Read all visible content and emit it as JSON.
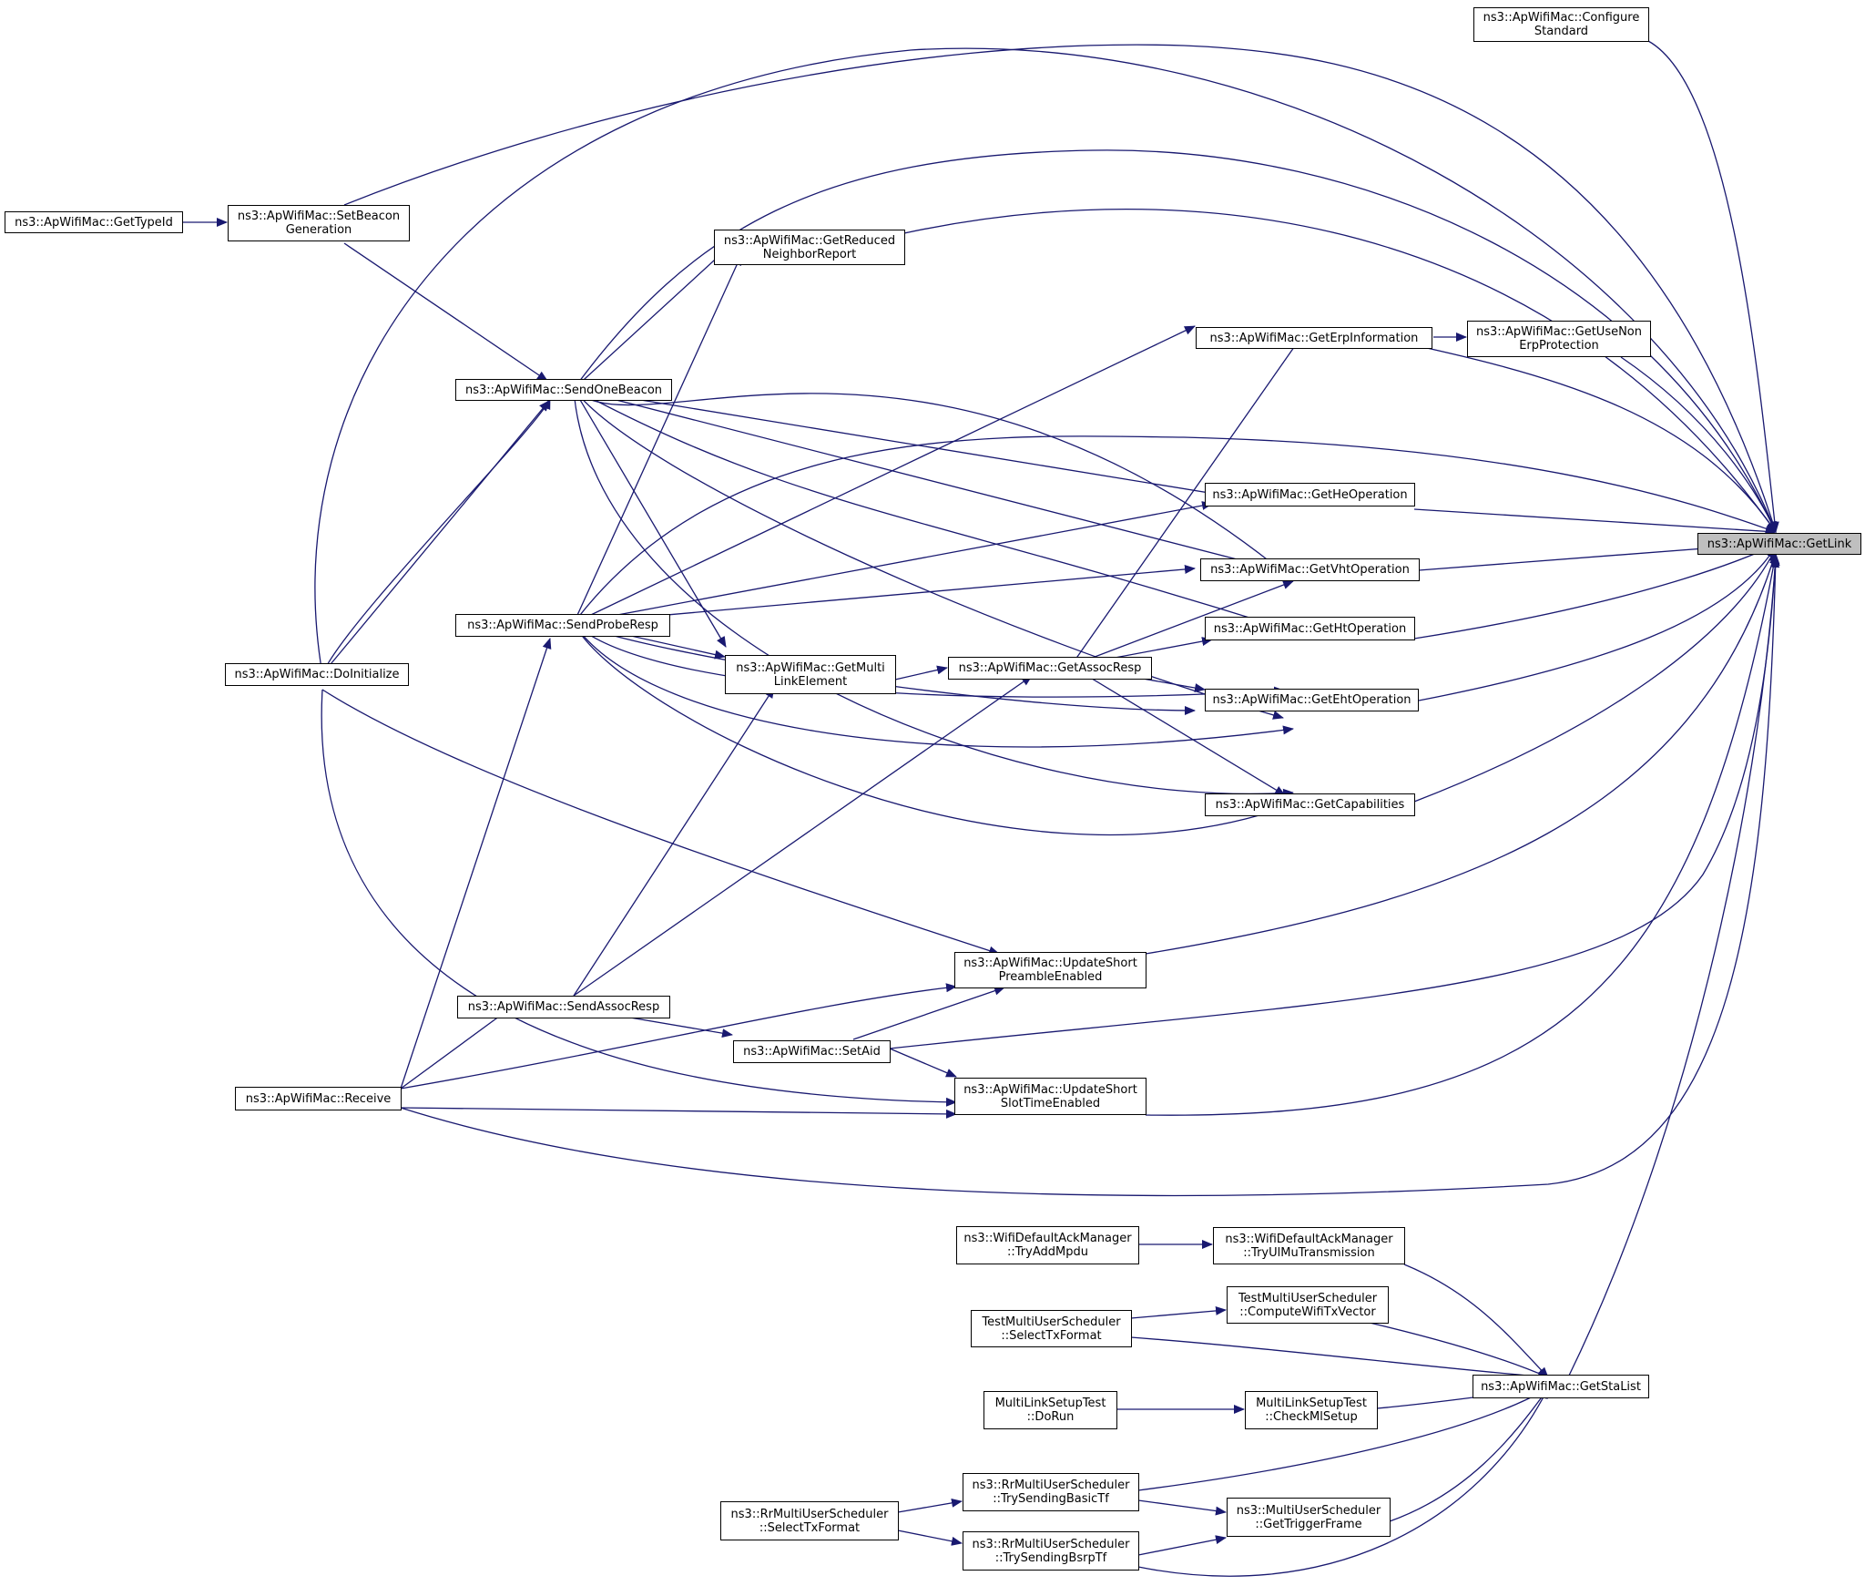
{
  "colors": {
    "edge": "#191970",
    "focus_fill": "#bfbfbf",
    "node_border": "#000000"
  },
  "nodes": {
    "getlink": {
      "l1": "ns3::ApWifiMac::GetLink"
    },
    "configure": {
      "l1": "ns3::ApWifiMac::Configure",
      "l2": "Standard"
    },
    "gettypeid": {
      "l1": "ns3::ApWifiMac::GetTypeId"
    },
    "setbeacon": {
      "l1": "ns3::ApWifiMac::SetBeacon",
      "l2": "Generation"
    },
    "getreduced": {
      "l1": "ns3::ApWifiMac::GetReduced",
      "l2": "NeighborReport"
    },
    "geterp": {
      "l1": "ns3::ApWifiMac::GetErpInformation"
    },
    "getusenon": {
      "l1": "ns3::ApWifiMac::GetUseNon",
      "l2": "ErpProtection"
    },
    "sendonebeacon": {
      "l1": "ns3::ApWifiMac::SendOneBeacon"
    },
    "gethe": {
      "l1": "ns3::ApWifiMac::GetHeOperation"
    },
    "getvht": {
      "l1": "ns3::ApWifiMac::GetVhtOperation"
    },
    "sendproberesp": {
      "l1": "ns3::ApWifiMac::SendProbeResp"
    },
    "getht": {
      "l1": "ns3::ApWifiMac::GetHtOperation"
    },
    "getmulti": {
      "l1": "ns3::ApWifiMac::GetMulti",
      "l2": "LinkElement"
    },
    "getassocresp": {
      "l1": "ns3::ApWifiMac::GetAssocResp"
    },
    "doinitialize": {
      "l1": "ns3::ApWifiMac::DoInitialize"
    },
    "geteht": {
      "l1": "ns3::ApWifiMac::GetEhtOperation"
    },
    "getcap": {
      "l1": "ns3::ApWifiMac::GetCapabilities"
    },
    "updatepreamble": {
      "l1": "ns3::ApWifiMac::UpdateShort",
      "l2": "PreambleEnabled"
    },
    "sendassocresp": {
      "l1": "ns3::ApWifiMac::SendAssocResp"
    },
    "setaid": {
      "l1": "ns3::ApWifiMac::SetAid"
    },
    "receive": {
      "l1": "ns3::ApWifiMac::Receive"
    },
    "updateslot": {
      "l1": "ns3::ApWifiMac::UpdateShort",
      "l2": "SlotTimeEnabled"
    },
    "tryaddmpdu": {
      "l1": "ns3::WifiDefaultAckManager",
      "l2": "::TryAddMpdu"
    },
    "tryulmu": {
      "l1": "ns3::WifiDefaultAckManager",
      "l2": "::TryUlMuTransmission"
    },
    "computetxvector": {
      "l1": "TestMultiUserScheduler",
      "l2": "::ComputeWifiTxVector"
    },
    "selecttxtest": {
      "l1": "TestMultiUserScheduler",
      "l2": "::SelectTxFormat"
    },
    "getstalist": {
      "l1": "ns3::ApWifiMac::GetStaList"
    },
    "dorun": {
      "l1": "MultiLinkSetupTest",
      "l2": "::DoRun"
    },
    "checkml": {
      "l1": "MultiLinkSetupTest",
      "l2": "::CheckMlSetup"
    },
    "trybasic": {
      "l1": "ns3::RrMultiUserScheduler",
      "l2": "::TrySendingBasicTf"
    },
    "gettrigger": {
      "l1": "ns3::MultiUserScheduler",
      "l2": "::GetTriggerFrame"
    },
    "selecttxrr": {
      "l1": "ns3::RrMultiUserScheduler",
      "l2": "::SelectTxFormat"
    },
    "trybsrp": {
      "l1": "ns3::RrMultiUserScheduler",
      "l2": "::TrySendingBsrpTf"
    }
  }
}
